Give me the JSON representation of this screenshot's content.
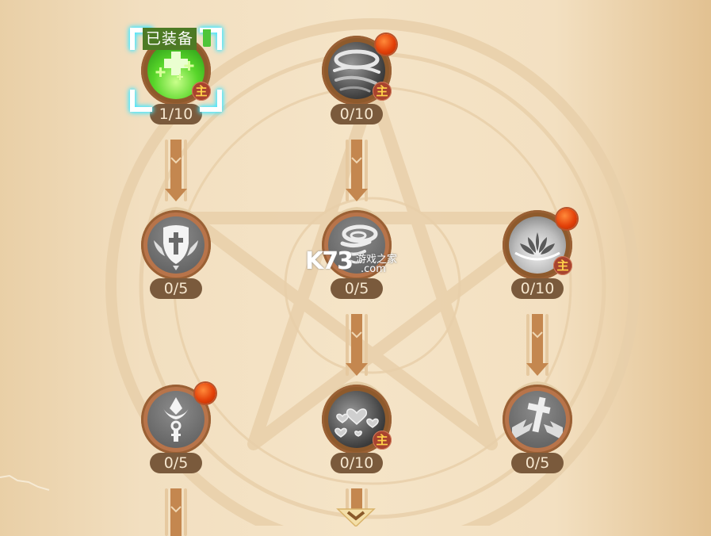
{
  "screen": "skill-tree",
  "colors": {
    "background": "#f3e0c1",
    "connector": "#c4874f",
    "level_pill": "#7a5a3c",
    "notify_dot": "#e4420a",
    "main_badge": "#a8432e",
    "equipped_glow": "#49e6ff",
    "equipped_label_bg": "#4d7a25"
  },
  "skills": [
    {
      "id": "heal-burst",
      "icon": "heal-cross-icon",
      "level": "1/10",
      "main_badge": "主",
      "equipped": true,
      "equipped_label": "已装备",
      "notify": false,
      "col": 0,
      "row": 0
    },
    {
      "id": "whirlwind",
      "icon": "whirlwind-icon",
      "level": "0/10",
      "main_badge": "主",
      "equipped": false,
      "notify": true,
      "col": 1,
      "row": 0
    },
    {
      "id": "holy-shield",
      "icon": "holy-shield-icon",
      "level": "0/5",
      "main_badge": null,
      "notify": false,
      "col": 0,
      "row": 1
    },
    {
      "id": "tornado",
      "icon": "tornado-icon",
      "level": "0/5",
      "main_badge": null,
      "notify": false,
      "col": 1,
      "row": 1
    },
    {
      "id": "lotus-bloom",
      "icon": "lotus-icon",
      "level": "0/10",
      "main_badge": "主",
      "notify": true,
      "col": 2,
      "row": 1
    },
    {
      "id": "scepter",
      "icon": "scepter-icon",
      "level": "0/5",
      "main_badge": null,
      "notify": true,
      "col": 0,
      "row": 2
    },
    {
      "id": "hearts",
      "icon": "hearts-icon",
      "level": "0/10",
      "main_badge": "主",
      "notify": false,
      "col": 1,
      "row": 2
    },
    {
      "id": "cross-strike",
      "icon": "cracked-cross-icon",
      "level": "0/5",
      "main_badge": null,
      "notify": false,
      "col": 2,
      "row": 2
    }
  ],
  "watermark": {
    "logo": "K73",
    "cn": "游戏之家",
    "domain": ".com"
  },
  "scroll_hint": "chevron-down-icon"
}
